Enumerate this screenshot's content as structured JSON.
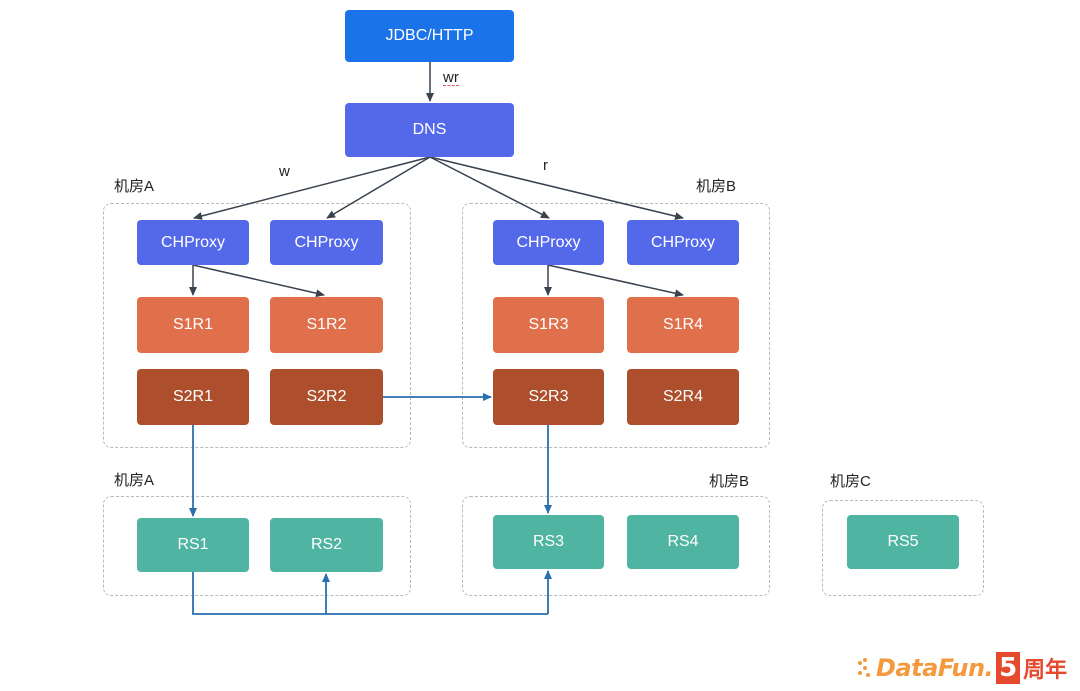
{
  "nodes": {
    "client": "JDBC/HTTP",
    "dns": "DNS",
    "chproxy_a1": "CHProxy",
    "chproxy_a2": "CHProxy",
    "chproxy_b1": "CHProxy",
    "chproxy_b2": "CHProxy",
    "s1r1": "S1R1",
    "s1r2": "S1R2",
    "s1r3": "S1R3",
    "s1r4": "S1R4",
    "s2r1": "S2R1",
    "s2r2": "S2R2",
    "s2r3": "S2R3",
    "s2r4": "S2R4",
    "rs1": "RS1",
    "rs2": "RS2",
    "rs3": "RS3",
    "rs4": "RS4",
    "rs5": "RS5"
  },
  "zones": {
    "top_a": "机房A",
    "top_b": "机房B",
    "bottom_a": "机房A",
    "bottom_b": "机房B",
    "bottom_c": "机房C"
  },
  "edge_labels": {
    "wr": "wr",
    "w": "w",
    "r": "r"
  },
  "logo": {
    "brand": "DataFun.",
    "number": "5",
    "suffix": "周年"
  },
  "colors": {
    "client": "#1a73e8",
    "proxy": "#5468ea",
    "shard1": "#e0704b",
    "shard2": "#ad4f2d",
    "rs": "#4fb4a1",
    "arrow_dark": "#3a4350",
    "arrow_blue": "#2a6fae"
  }
}
